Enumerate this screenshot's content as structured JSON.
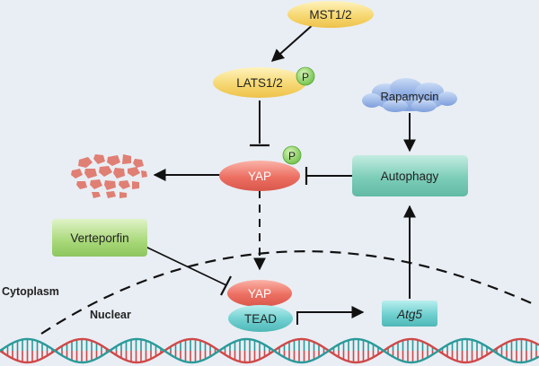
{
  "nodes": {
    "mst": "MST1/2",
    "lats": "LATS1/2",
    "phospho": "P",
    "rapamycin": "Rapamycin",
    "yap": "YAP",
    "autophagy": "Autophagy",
    "verteporfin": "Verteporfin",
    "yap_nuclear": "YAP",
    "tead": "TEAD",
    "atg5": "Atg5"
  },
  "regions": {
    "cytoplasm": "Cytoplasm",
    "nuclear": "Nuclear"
  },
  "colors": {
    "background": "#e9eef4",
    "mst_fill": "#f6d873",
    "yap_fill": "#ec6f62",
    "tead_fill": "#6fcfcf",
    "autophagy_fill": "#7ccdb8",
    "verteporfin_fill": "#a8d878",
    "phospho_fill": "#8cd36a",
    "rapamycin_fill": "#8fb2e6",
    "fragment_fill": "#e07f74",
    "dna_red": "#d04848",
    "dna_teal": "#2a9a9a"
  }
}
